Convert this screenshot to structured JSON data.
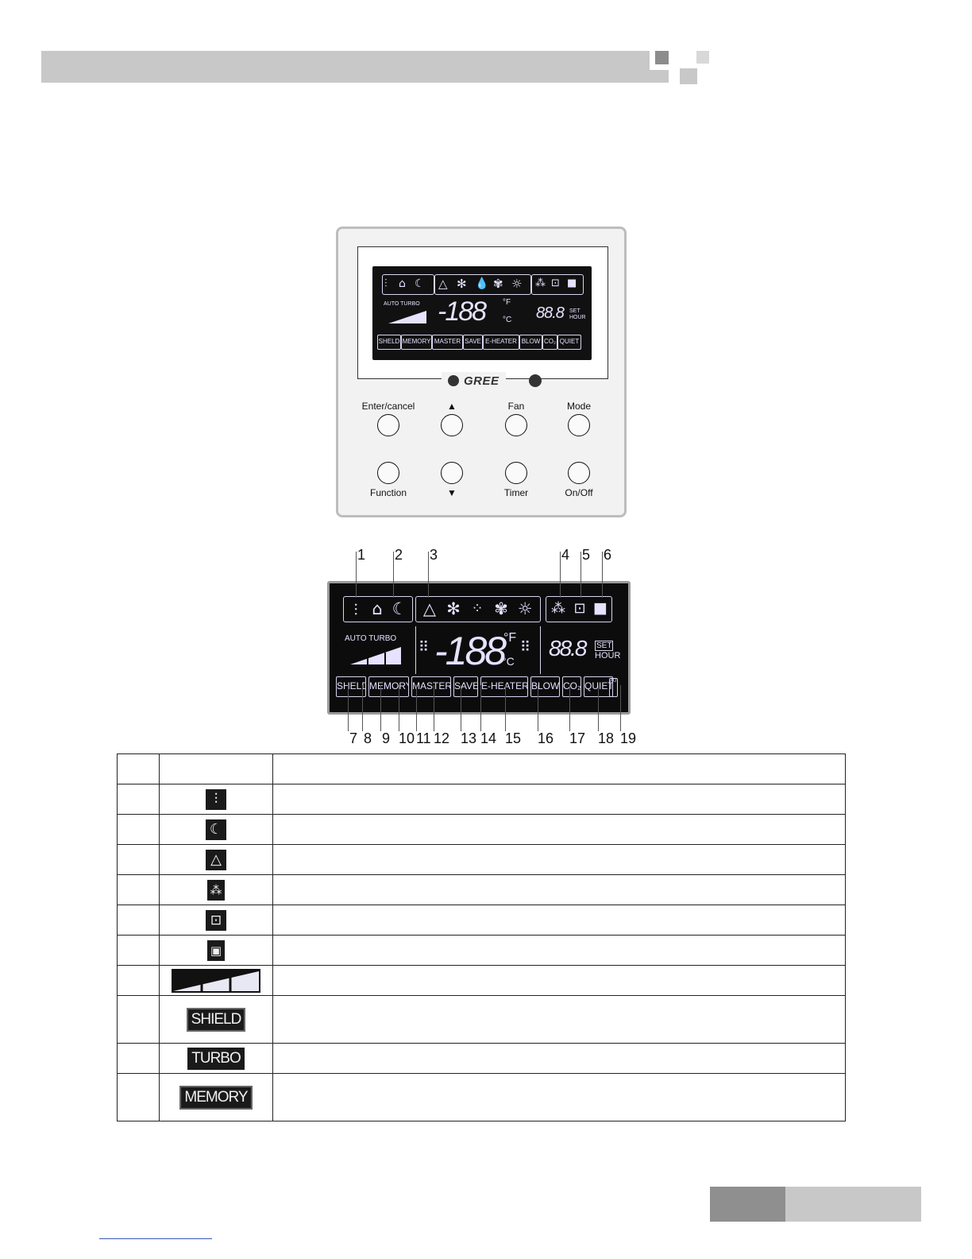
{
  "remote": {
    "brand": "GREE",
    "buttons_top": [
      "Enter/cancel",
      "▲",
      "Fan",
      "Mode"
    ],
    "buttons_bottom": [
      "Function",
      "▼",
      "Timer",
      "On/Off"
    ]
  },
  "lcd": {
    "auto_turbo": "AUTO TURBO",
    "temp": "-188",
    "unit_f": "°F",
    "unit_c": "°C",
    "timer": "88.8",
    "timer_small": "88.8",
    "set": "SET",
    "hour": "HOUR",
    "labels": [
      "SHELD",
      "MEMORY",
      "MASTER",
      "SAVE",
      "E-HEATER",
      "BLOW",
      "CO₂",
      "QUIET"
    ],
    "small_labels": [
      "SHELD",
      "MEMORY",
      "MASTER",
      "SAVE",
      "E-HEATER",
      "BLOW",
      "CO₂",
      "QUIET"
    ],
    "auto_mark": "AUTO"
  },
  "callouts_top": [
    "1",
    "2",
    "3",
    "4",
    "5",
    "6"
  ],
  "callouts_bottom": [
    "7",
    "8",
    "9",
    "10",
    "11",
    "12",
    "13",
    "14",
    "15",
    "16",
    "17",
    "18",
    "19"
  ],
  "table": {
    "rows": [
      {
        "icon": "swing-icon"
      },
      {
        "icon": "sleep-icon"
      },
      {
        "icon": "auto-mode-icon"
      },
      {
        "icon": "defrost-icon"
      },
      {
        "icon": "gate-control-icon"
      },
      {
        "icon": "lock-icon"
      },
      {
        "icon": "fan-speed-bars-icon"
      },
      {
        "label": "SHIELD"
      },
      {
        "label": "TURBO"
      },
      {
        "label": "MEMORY"
      }
    ]
  }
}
